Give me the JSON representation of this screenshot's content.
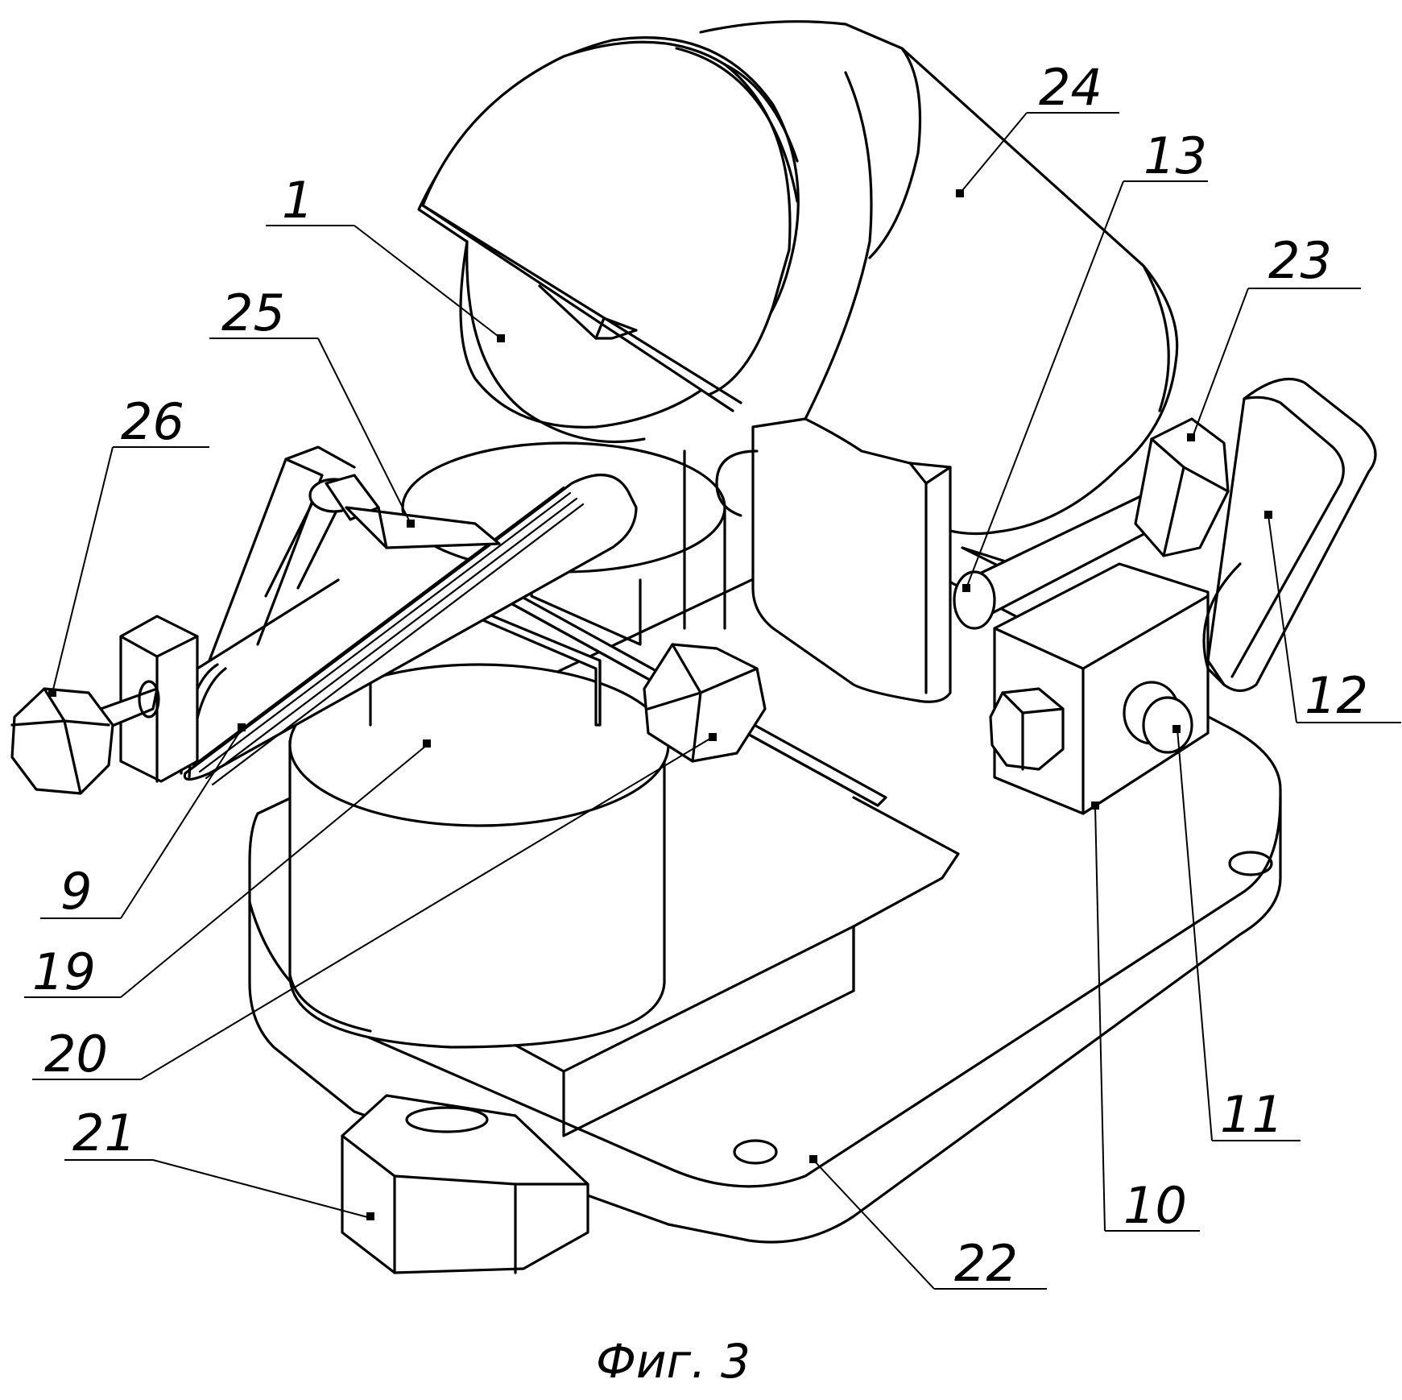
{
  "figure": {
    "caption": "Фиг. 3",
    "labels": [
      {
        "id": "l1",
        "text": "1"
      },
      {
        "id": "l24",
        "text": "24"
      },
      {
        "id": "l13",
        "text": "13"
      },
      {
        "id": "l23",
        "text": "23"
      },
      {
        "id": "l25",
        "text": "25"
      },
      {
        "id": "l26",
        "text": "26"
      },
      {
        "id": "l12",
        "text": "12"
      },
      {
        "id": "l9",
        "text": "9"
      },
      {
        "id": "l19",
        "text": "19"
      },
      {
        "id": "l20",
        "text": "20"
      },
      {
        "id": "l21",
        "text": "21"
      },
      {
        "id": "l11",
        "text": "11"
      },
      {
        "id": "l10",
        "text": "10"
      },
      {
        "id": "l22",
        "text": "22"
      }
    ]
  }
}
